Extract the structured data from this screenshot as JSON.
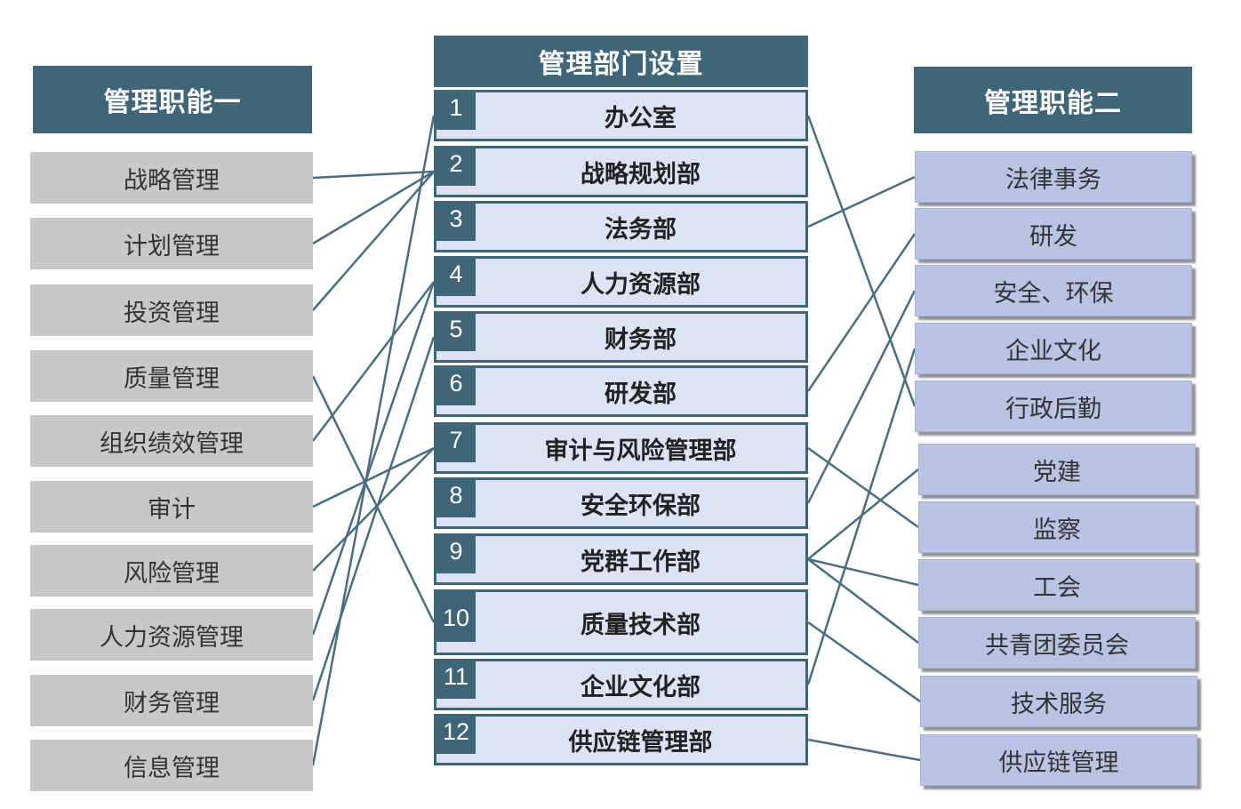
{
  "center": {
    "title": "管理部门设置",
    "departments": [
      {
        "num": "1",
        "name": "办公室"
      },
      {
        "num": "2",
        "name": "战略规划部"
      },
      {
        "num": "3",
        "name": "法务部"
      },
      {
        "num": "4",
        "name": "人力资源部"
      },
      {
        "num": "5",
        "name": "财务部"
      },
      {
        "num": "6",
        "name": "研发部"
      },
      {
        "num": "7",
        "name": "审计与风险管理部"
      },
      {
        "num": "8",
        "name": "安全环保部"
      },
      {
        "num": "9",
        "name": "党群工作部"
      },
      {
        "num": "10",
        "name": "质量技术部"
      },
      {
        "num": "11",
        "name": "企业文化部"
      },
      {
        "num": "12",
        "name": "供应链管理部"
      }
    ]
  },
  "left": {
    "title": "管理职能一",
    "items": [
      "战略管理",
      "计划管理",
      "投资管理",
      "质量管理",
      "组织绩效管理",
      "审计",
      "风险管理",
      "人力资源管理",
      "财务管理",
      "信息管理"
    ]
  },
  "right": {
    "title": "管理职能二",
    "items": [
      "法律事务",
      "研发",
      "安全、环保",
      "企业文化",
      "行政后勤",
      "党建",
      "监察",
      "工会",
      "共青团委员会",
      "技术服务",
      "供应链管理"
    ]
  },
  "links_left": [
    {
      "from": "战略管理",
      "to": "战略规划部"
    },
    {
      "from": "计划管理",
      "to": "战略规划部"
    },
    {
      "from": "投资管理",
      "to": "战略规划部"
    },
    {
      "from": "质量管理",
      "to": "质量技术部"
    },
    {
      "from": "组织绩效管理",
      "to": "人力资源部"
    },
    {
      "from": "审计",
      "to": "审计与风险管理部"
    },
    {
      "from": "风险管理",
      "to": "审计与风险管理部"
    },
    {
      "from": "人力资源管理",
      "to": "人力资源部"
    },
    {
      "from": "财务管理",
      "to": "财务部"
    },
    {
      "from": "信息管理",
      "to": "办公室"
    }
  ],
  "links_right": [
    {
      "from": "办公室",
      "to": "行政后勤"
    },
    {
      "from": "法务部",
      "to": "法律事务"
    },
    {
      "from": "研发部",
      "to": "研发"
    },
    {
      "from": "审计与风险管理部",
      "to": "监察"
    },
    {
      "from": "安全环保部",
      "to": "安全、环保"
    },
    {
      "from": "党群工作部",
      "to": "党建"
    },
    {
      "from": "党群工作部",
      "to": "工会"
    },
    {
      "from": "党群工作部",
      "to": "共青团委员会"
    },
    {
      "from": "质量技术部",
      "to": "技术服务"
    },
    {
      "from": "企业文化部",
      "to": "企业文化"
    },
    {
      "from": "供应链管理部",
      "to": "供应链管理"
    }
  ],
  "colors": {
    "header": "#3f6578",
    "left_box": "#c8c8c8",
    "right_box": "#b9c4e4",
    "dept_fill": "#dde2f4",
    "line": "#4a6e80"
  }
}
